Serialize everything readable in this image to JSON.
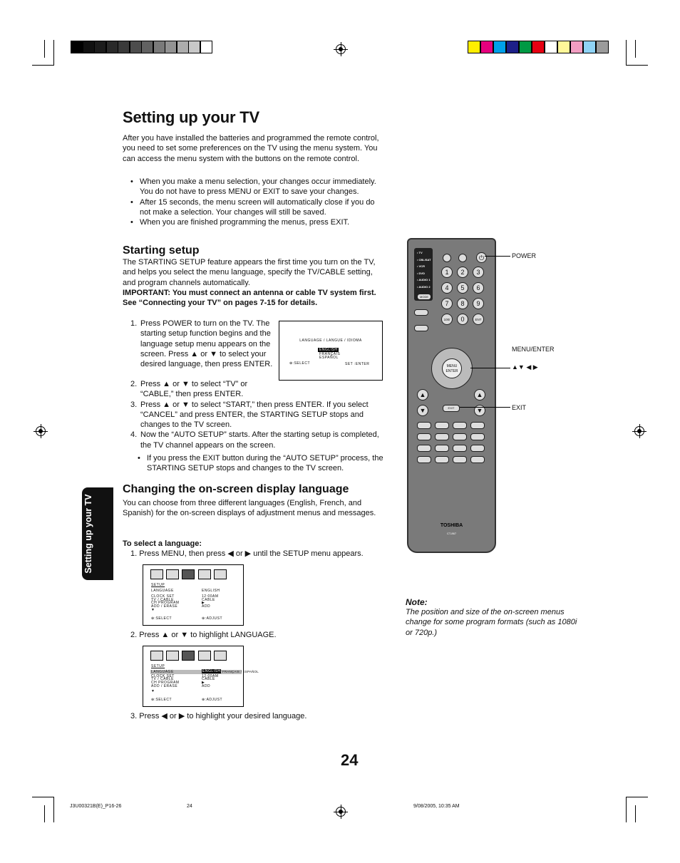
{
  "page": {
    "title": "Setting up your TV",
    "intro": "After you have installed the batteries and programmed the remote control, you need to set some preferences on the TV using the menu system. You can access the menu system with the buttons on the remote control.",
    "intro_bullets": [
      "When you make a menu selection, your changes occur immediately. You do not have to press MENU or EXIT to save your changes.",
      "After 15 seconds, the menu screen will automatically close if you do not make a selection. Your changes will still be saved.",
      "When you are finished programming the menus, press EXIT."
    ],
    "starting_setup": {
      "heading": "Starting setup",
      "body": "The STARTING SETUP feature appears the first time you turn on the TV, and helps you select the menu language, specify the TV/CABLE setting, and program channels automatically.",
      "important": "IMPORTANT: You must connect an antenna or cable TV system first. See “Connecting your TV” on pages 7-15 for details.",
      "steps": [
        "Press POWER to turn on the TV. The starting setup function begins and the language setup menu appears on the screen. Press ▲ or ▼ to select your desired language, then press ENTER.",
        "Press ▲ or ▼ to select “TV” or “CABLE,” then press ENTER.",
        "Press ▲ or ▼ to select “START,” then press ENTER. If you select “CANCEL” and press ENTER, the STARTING SETUP stops and changes to the TV screen.",
        "Now the “AUTO SETUP” starts. After the starting setup is completed, the TV channel appears on the screen."
      ],
      "step_bullet": "If you press the EXIT button during the “AUTO SETUP” process, the STARTING SETUP stops and changes to the TV screen.",
      "screen": {
        "title": "LANGUAGE / LANGUE / IDIOMA",
        "options": [
          "ENGLISH",
          "FRANÇAIS",
          "ESPAÑOL"
        ],
        "select": ":SELECT",
        "set": "SET :ENTER"
      }
    },
    "language": {
      "heading": "Changing the on-screen display language",
      "body": "You can choose from three different languages (English, French, and Spanish) for the on-screen displays of adjustment menus and messages.",
      "subheading": "To select a language:",
      "step1": "Press MENU, then press ◀ or ▶ until the SETUP menu appears.",
      "step2": "Press ▲ or ▼ to highlight LANGUAGE.",
      "step3": "Press ◀ or ▶ to highlight your desired language.",
      "screen1": {
        "title": "SETUP",
        "rows": [
          [
            "LANGUAGE",
            "ENGLISH"
          ],
          [
            "CLOCK SET",
            "12:00AM"
          ],
          [
            "TV / CABLE",
            "CABLE"
          ],
          [
            "CH PROGRAM",
            "▶"
          ],
          [
            "ADD / ERASE",
            "ADD"
          ]
        ],
        "more": "▼",
        "select": ":SELECT",
        "adjust": ":ADJUST"
      },
      "screen2": {
        "title": "SETUP",
        "language_label": "LANGUAGE",
        "language_value": "ENGLISH",
        "language_rest": "/ FRANÇAIS / ESPAÑOL",
        "rows": [
          [
            "CLOCK SET",
            "12:00AM"
          ],
          [
            "TV / CABLE",
            "CABLE"
          ],
          [
            "CH PROGRAM",
            "▶"
          ],
          [
            "ADD / ERASE",
            "ADD"
          ]
        ],
        "more": "▼",
        "select": ":SELECT",
        "adjust": ":ADJUST"
      }
    },
    "note": {
      "label": "Note:",
      "text": "The position and size of the on-screen menus change for some program formats (such as 1080i or 720p.)"
    },
    "side_tab": "Setting up your TV",
    "page_number": "24",
    "callouts": {
      "power": "POWER",
      "menu_enter": "MENU/ENTER",
      "arrows": "▲▼ ◀ ▶",
      "exit": "EXIT"
    },
    "remote": {
      "brand": "TOSHIBA",
      "model": "CT-867",
      "modes": [
        "TV",
        "CBL/SAT",
        "VCR",
        "DVD",
        "AUDIO 1",
        "AUDIO 2"
      ],
      "mode_button": "MODE",
      "digits": [
        "1",
        "2",
        "3",
        "4",
        "5",
        "6",
        "7",
        "8",
        "9",
        "100/",
        "0",
        "ENT"
      ],
      "enter_label": "MENU\nENTER",
      "exit_label": "EXIT"
    },
    "footer": {
      "file": "J3U00321B(E)_P16-26",
      "page": "24",
      "date": "9/08/2005, 10:35 AM"
    },
    "colors": {
      "gray_bars": [
        "#000000",
        "#111111",
        "#1c1c1c",
        "#2a2a2a",
        "#3a3a3a",
        "#4d4d4d",
        "#626262",
        "#7a7a7a",
        "#939393",
        "#adadad",
        "#c8c8c8",
        "#ffffff"
      ],
      "color_bars": [
        "#ffee00",
        "#e6007e",
        "#00a0e9",
        "#1d2088",
        "#009944",
        "#e60012",
        "#ffffff",
        "#fff799",
        "#f29ec2",
        "#8fd3f5",
        "#9b9b9b"
      ]
    }
  }
}
